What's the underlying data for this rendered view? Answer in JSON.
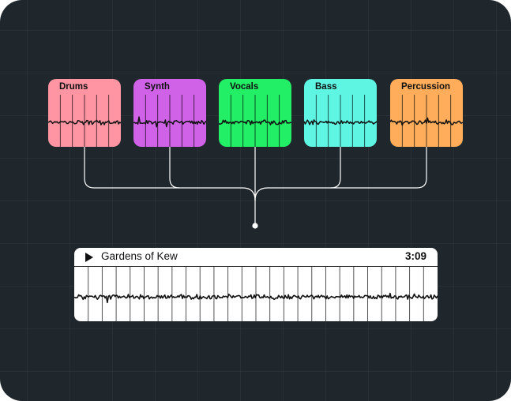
{
  "colors": {
    "background": "#1f272c",
    "connector": "#ffffff",
    "waveform": "#111111"
  },
  "stems": [
    {
      "label": "Drums",
      "color": "#ff95a3"
    },
    {
      "label": "Synth",
      "color": "#cf62e6"
    },
    {
      "label": "Vocals",
      "color": "#22ee66"
    },
    {
      "label": "Bass",
      "color": "#5ef5e3"
    },
    {
      "label": "Percussion",
      "color": "#ffad5b"
    }
  ],
  "track": {
    "title": "Gardens of Kew",
    "duration": "3:09",
    "play_icon": "play-icon"
  }
}
